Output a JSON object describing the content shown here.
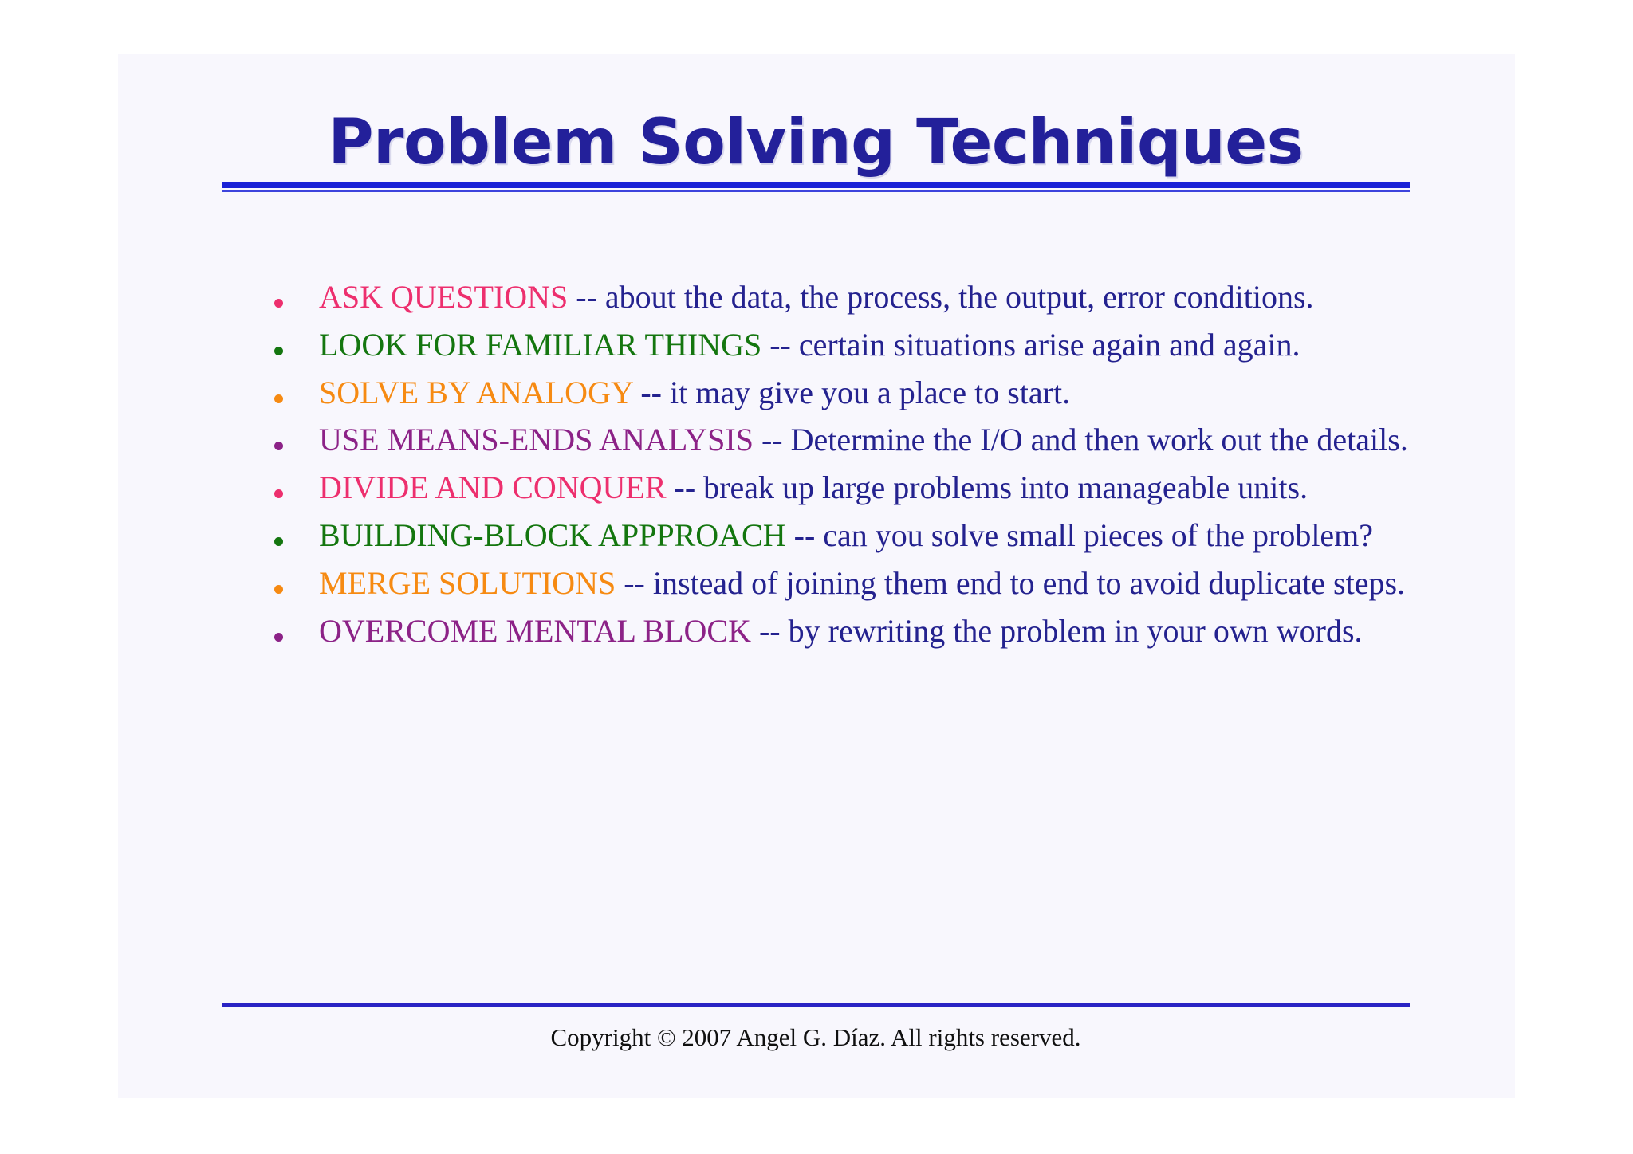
{
  "slide": {
    "title": "Problem Solving Techniques",
    "background_color": "#f8f7fd",
    "title_color": "#23209a",
    "rule_color": "#1a21d6",
    "body_color": "#24228f",
    "accent_colors": {
      "pink": "#ed2f6e",
      "green": "#14760f",
      "orange": "#f68a12",
      "purple": "#8c2287"
    }
  },
  "bullets": [
    {
      "keyword": "ASK QUESTIONS",
      "keyword_color": "#ed2f6e",
      "bullet_color": "#ed2f6e",
      "rest": " -- about the data, the process, the output, error conditions."
    },
    {
      "keyword": "LOOK FOR FAMILIAR THINGS",
      "keyword_color": "#14760f",
      "bullet_color": "#14760f",
      "rest": " -- certain situations arise again and again."
    },
    {
      "keyword": "SOLVE BY ANALOGY",
      "keyword_color": "#f68a12",
      "bullet_color": "#f68a12",
      "rest": " -- it may give you a place to start."
    },
    {
      "keyword": "USE MEANS-ENDS ANALYSIS",
      "keyword_color": "#8c2287",
      "bullet_color": "#8c2287",
      "rest": " -- Determine the I/O and then work out the details."
    },
    {
      "keyword": "DIVIDE AND CONQUER",
      "keyword_color": "#ed2f6e",
      "bullet_color": "#ed2f6e",
      "rest": " -- break up large problems into manageable units."
    },
    {
      "keyword": "BUILDING-BLOCK APPPROACH",
      "keyword_color": "#14760f",
      "bullet_color": "#14760f",
      "rest": " -- can you solve small pieces of the problem?"
    },
    {
      "keyword": "MERGE SOLUTIONS",
      "keyword_color": "#f68a12",
      "bullet_color": "#f68a12",
      "rest": " -- instead of joining them end to end to avoid duplicate steps."
    },
    {
      "keyword": "OVERCOME MENTAL BLOCK",
      "keyword_color": "#8c2287",
      "bullet_color": "#8c2287",
      "rest": " -- by rewriting the problem in your own words."
    }
  ],
  "footer": {
    "copyright": "Copyright © 2007 Angel G. Díaz. All rights reserved."
  }
}
